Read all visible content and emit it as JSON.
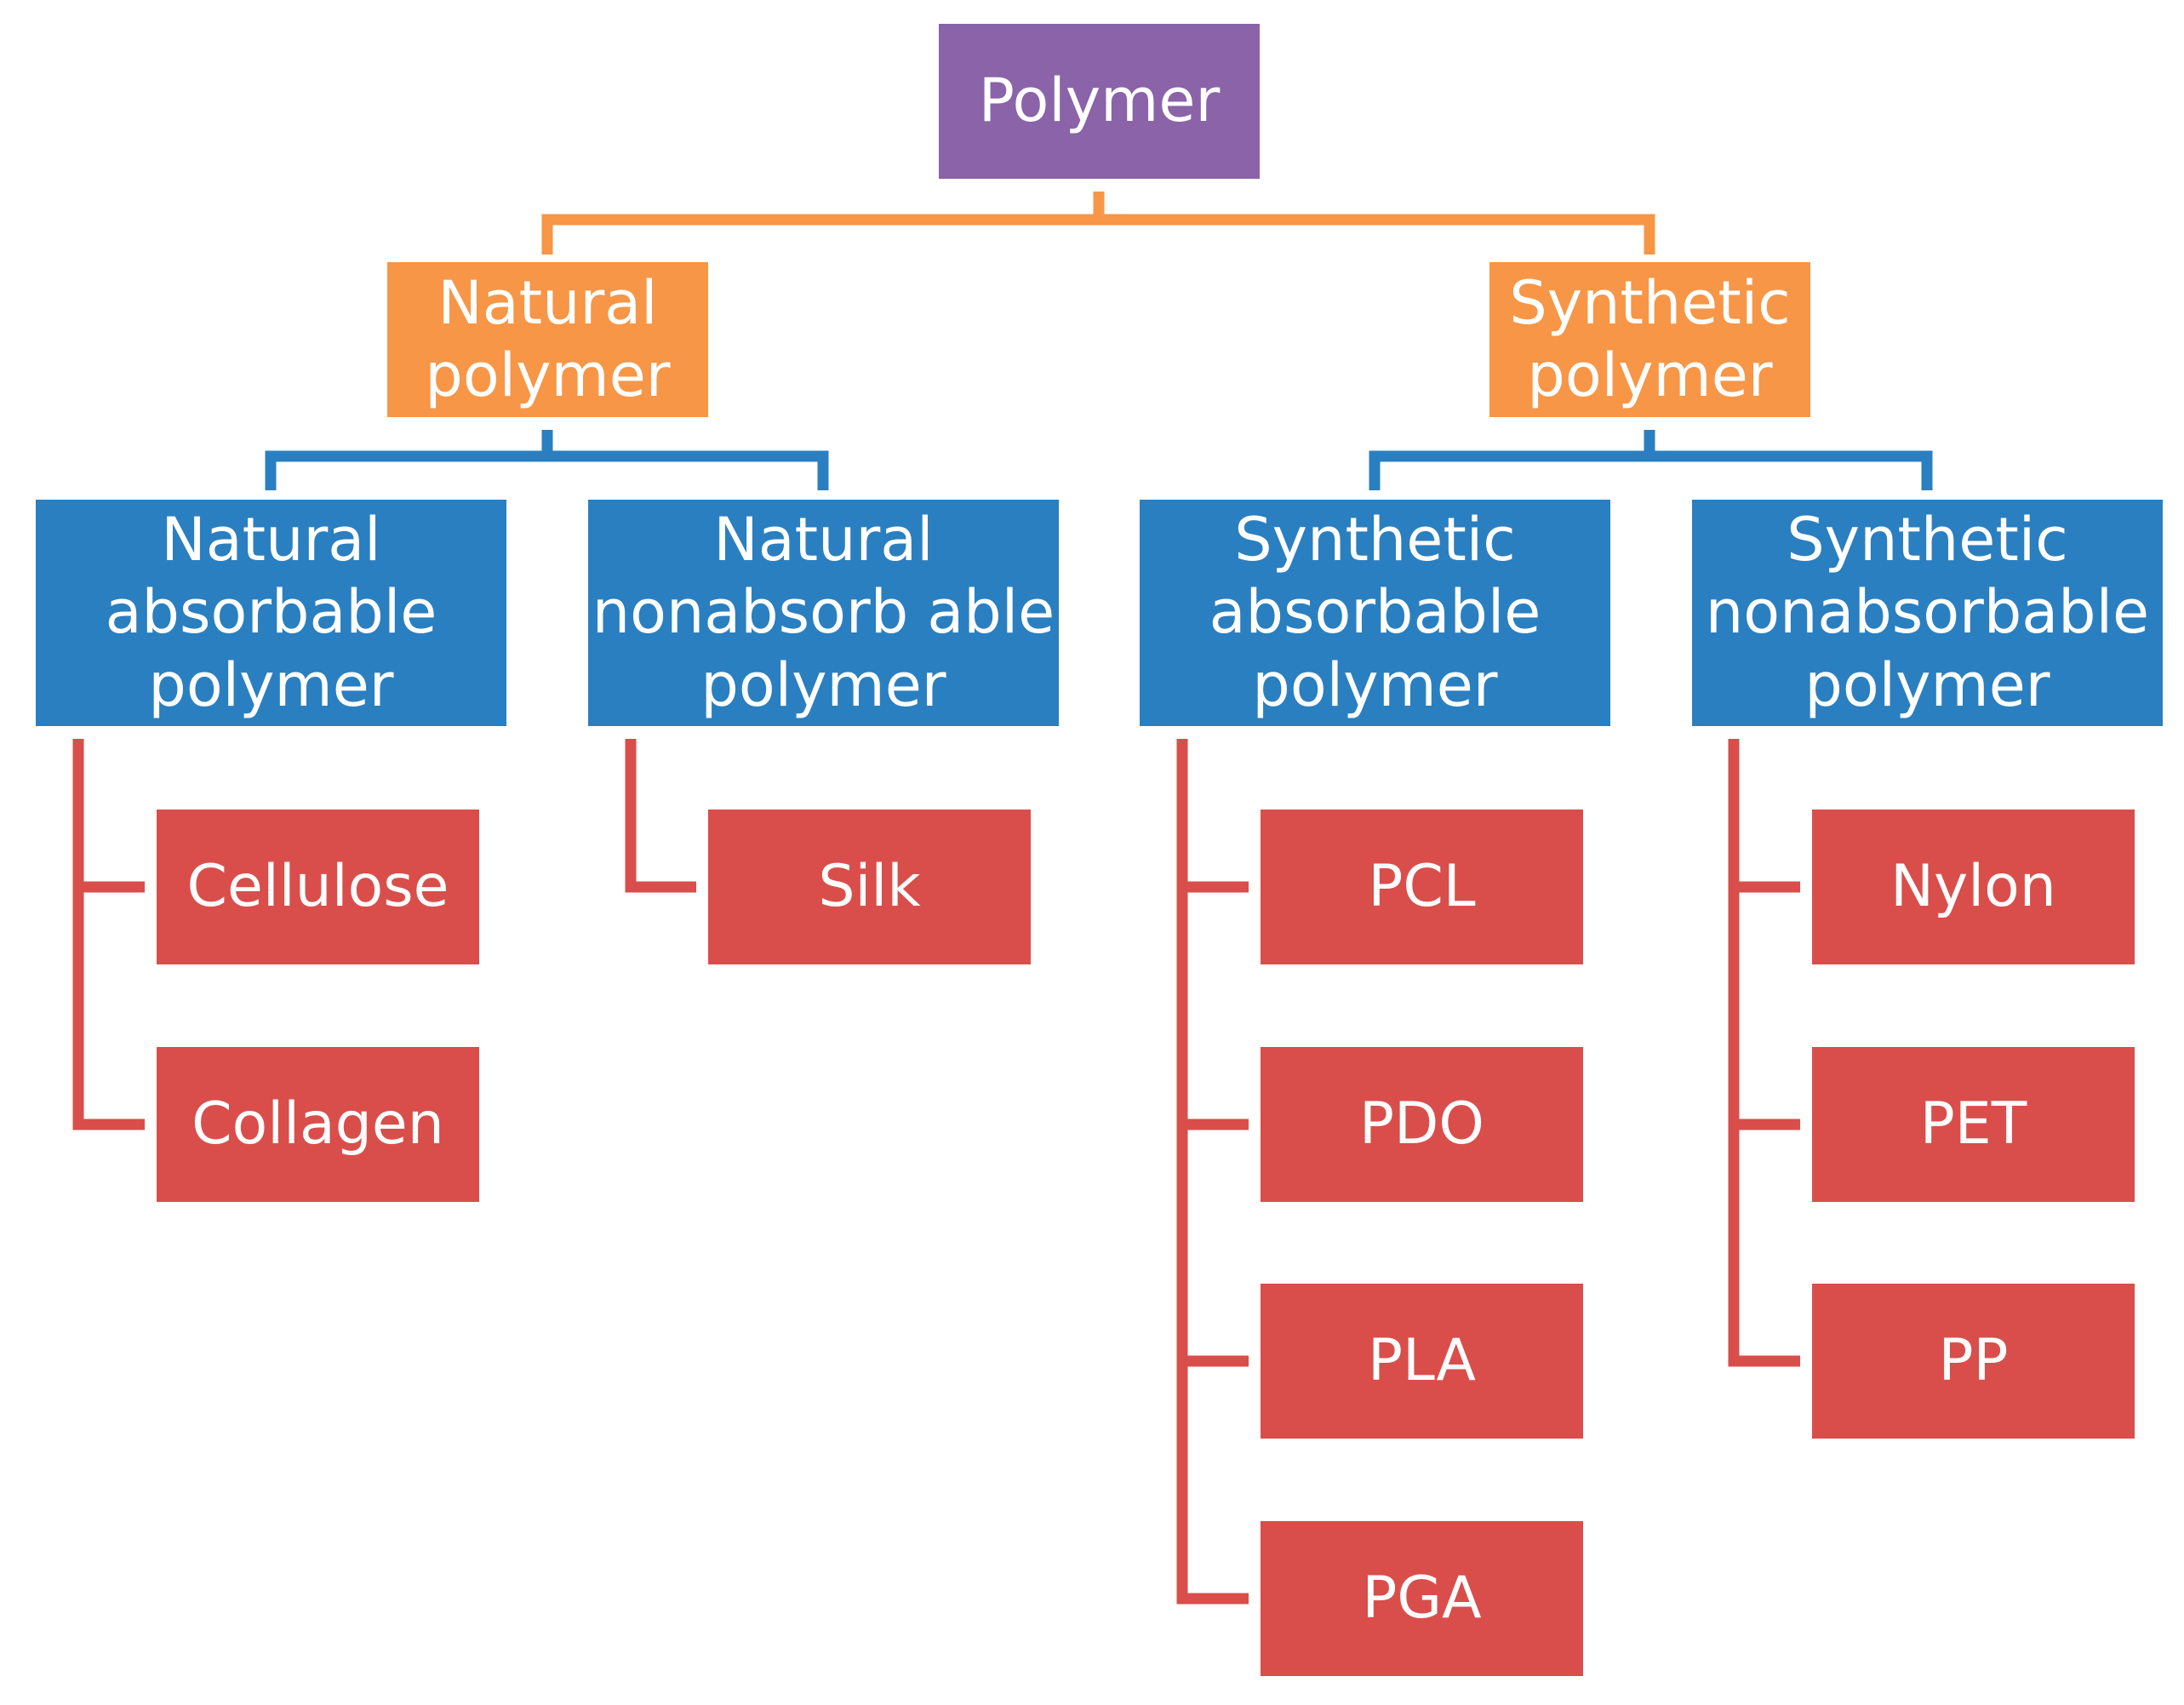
{
  "colors": {
    "root": "#8a63a8",
    "level1": "#f79646",
    "level2": "#2a7fc0",
    "leaf": "#d94e4b",
    "connector_level1": "#f79646",
    "connector_level2": "#2a7fc0",
    "connector_leaf": "#d94e4b"
  },
  "root": {
    "label": "Polymer"
  },
  "level1": {
    "natural": {
      "line1": "Natural",
      "line2": "polymer"
    },
    "synthetic": {
      "line1": "Synthetic",
      "line2": "polymer"
    }
  },
  "level2": {
    "natural_absorbable": {
      "line1": "Natural",
      "line2": "absorbable",
      "line3": "polymer"
    },
    "natural_nonabsorbable": {
      "line1": "Natural",
      "line2": "nonabsorb able",
      "line3": "polymer"
    },
    "synthetic_absorbable": {
      "line1": "Synthetic",
      "line2": "absorbable",
      "line3": "polymer"
    },
    "synthetic_nonabsorbable": {
      "line1": "Synthetic",
      "line2": "nonabsorbable",
      "line3": "polymer"
    }
  },
  "leaves": {
    "natural_absorbable": [
      "Cellulose",
      "Collagen"
    ],
    "natural_nonabsorbable": [
      "Silk"
    ],
    "synthetic_absorbable": [
      "PCL",
      "PDO",
      "PLA",
      "PGA"
    ],
    "synthetic_nonabsorbable": [
      "Nylon",
      "PET",
      "PP"
    ]
  }
}
